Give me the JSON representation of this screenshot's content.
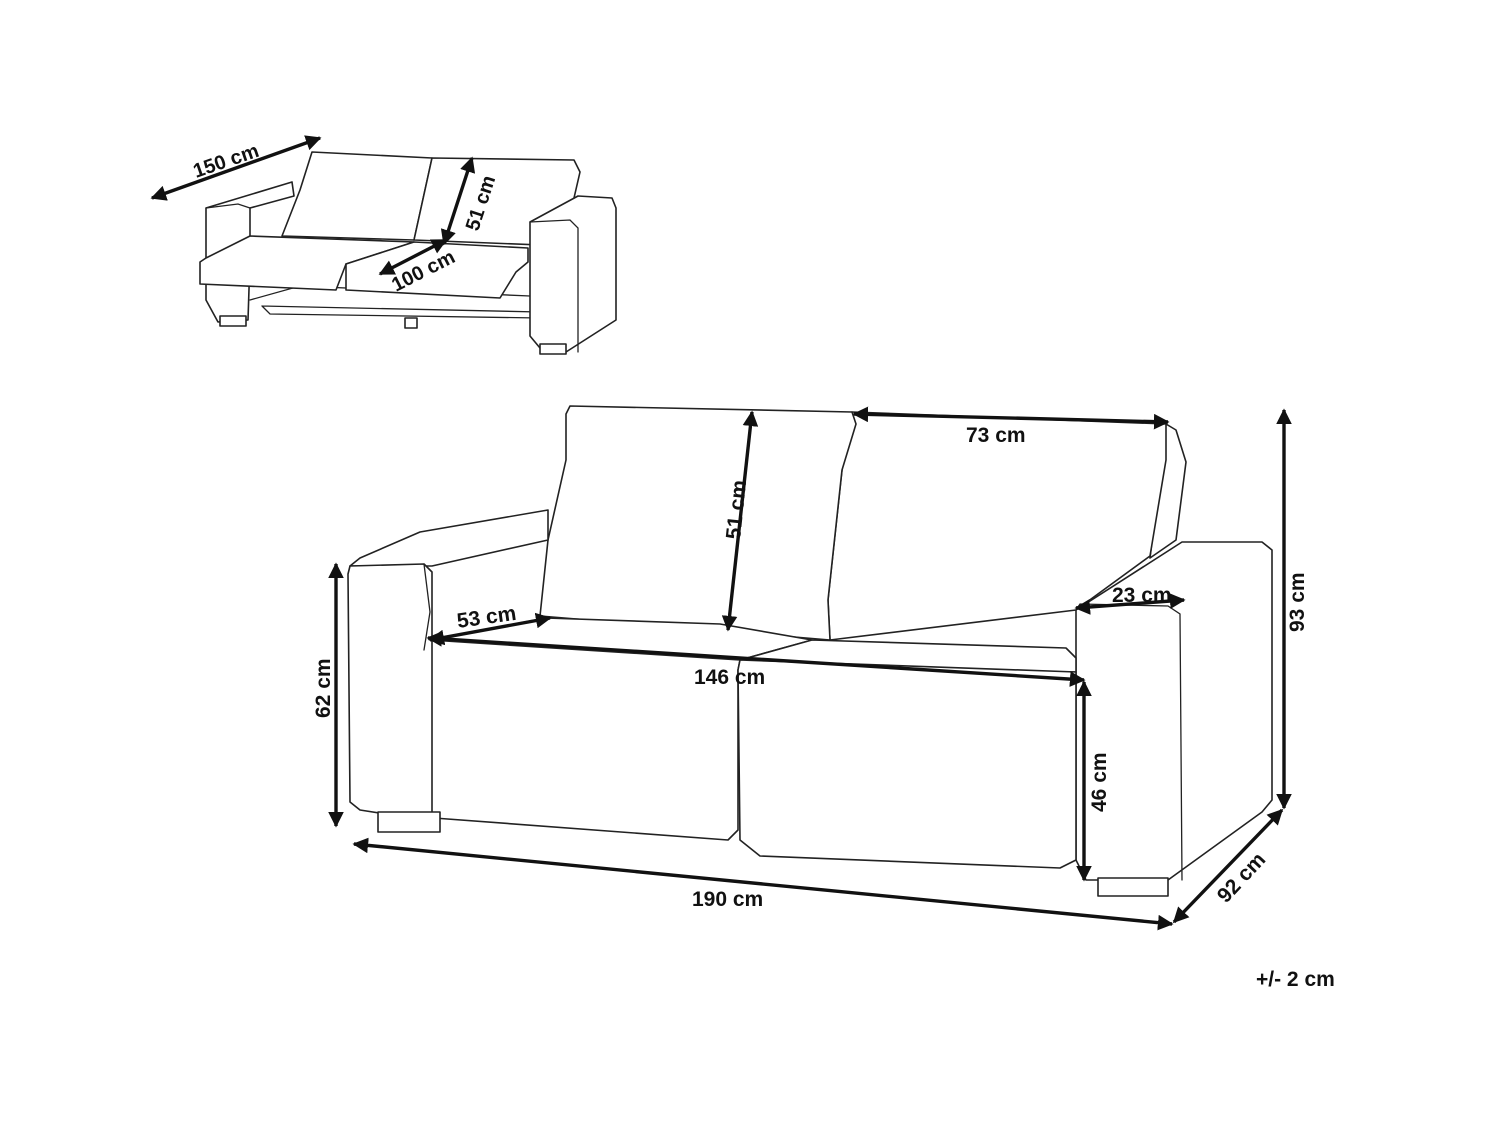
{
  "small_view": {
    "width": "150 cm",
    "backrest_height": "51 cm",
    "bed_length": "100 cm"
  },
  "main_view": {
    "backrest_height": "51 cm",
    "cushion_width": "73 cm",
    "total_height": "93 cm",
    "seat_depth": "53 cm",
    "armrest_width": "23 cm",
    "arm_height": "62 cm",
    "seat_width": "146 cm",
    "seat_height": "46 cm",
    "total_width": "190 cm",
    "total_depth": "92 cm"
  },
  "tolerance": "+/- 2 cm",
  "line_color": "#111111"
}
